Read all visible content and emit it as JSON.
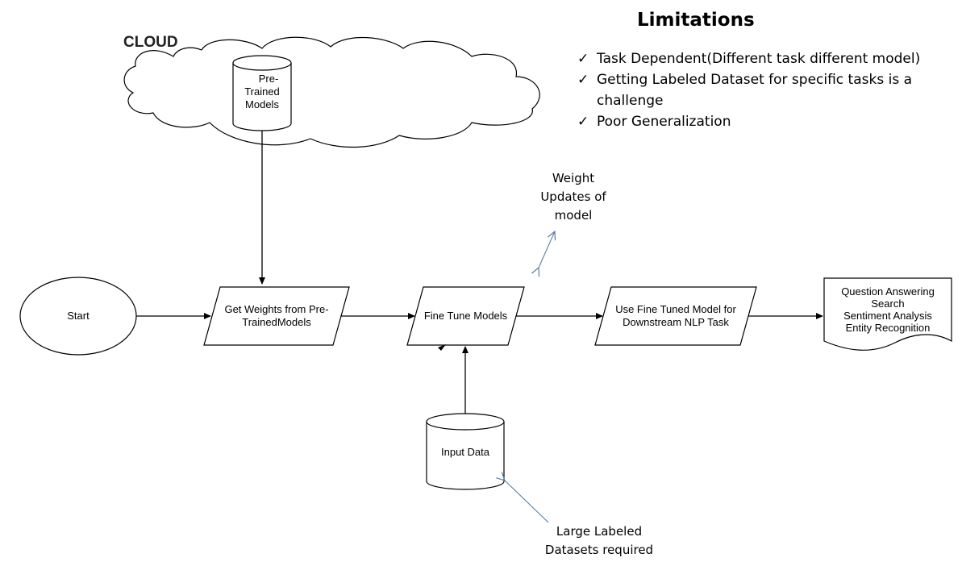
{
  "cloud": {
    "label": "CLOUD"
  },
  "limitations": {
    "title": "Limitations",
    "items": [
      "Task Dependent(Different  task different model)",
      "Getting Labeled Dataset for specific tasks is a challenge",
      "Poor Generalization"
    ]
  },
  "nodes": {
    "pretrained": {
      "line1": "Pre-",
      "line2": "Trained",
      "line3": "Models"
    },
    "start": {
      "label": "Start"
    },
    "get_weights": {
      "line1": "Get Weights from Pre-",
      "line2": "TrainedModels"
    },
    "fine_tune": {
      "label": "Fine Tune Models"
    },
    "use_model": {
      "line1": "Use Fine Tuned Model for",
      "line2": "Downstream NLP Task"
    },
    "tasks": {
      "items": [
        "Question Answering",
        "Search",
        "Sentiment Analysis",
        "Entity Recognition"
      ]
    },
    "input_data": {
      "label": "Input Data"
    }
  },
  "annotations": {
    "weight_updates": {
      "line1": "Weight",
      "line2": "Updates of",
      "line3": "model"
    },
    "large_datasets": {
      "line1": "Large Labeled",
      "line2": "Datasets required"
    }
  },
  "colors": {
    "stroke": "#000000",
    "annotation_arrow": "#5b7fa6"
  }
}
